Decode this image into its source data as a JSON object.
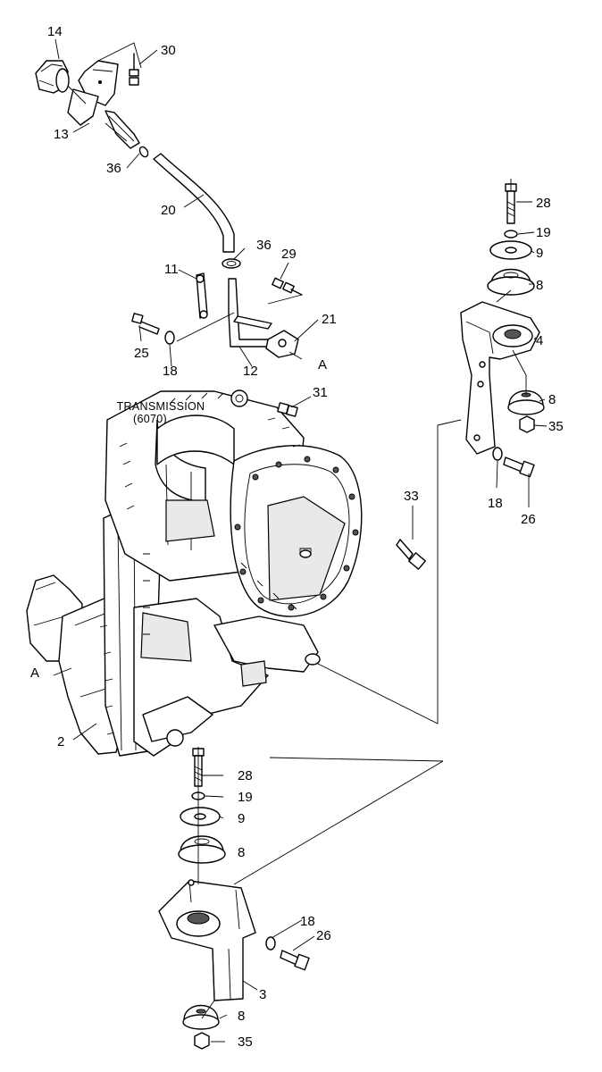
{
  "title_lines": [
    "TRANSMISSION",
    "(6070)"
  ],
  "callouts": [
    {
      "id": "c14a",
      "text": "14"
    },
    {
      "id": "c30",
      "text": "30"
    },
    {
      "id": "c13",
      "text": "13"
    },
    {
      "id": "c36a",
      "text": "36"
    },
    {
      "id": "c20",
      "text": "20"
    },
    {
      "id": "c36b",
      "text": "36"
    },
    {
      "id": "c29",
      "text": "29"
    },
    {
      "id": "c11",
      "text": "11"
    },
    {
      "id": "c21",
      "text": "21"
    },
    {
      "id": "c25",
      "text": "25"
    },
    {
      "id": "c18a",
      "text": "18"
    },
    {
      "id": "c12",
      "text": "12"
    },
    {
      "id": "cA1",
      "text": "A"
    },
    {
      "id": "c28a",
      "text": "28"
    },
    {
      "id": "c19a",
      "text": "19"
    },
    {
      "id": "c9a",
      "text": "9"
    },
    {
      "id": "c8a",
      "text": "8"
    },
    {
      "id": "c4",
      "text": "4"
    },
    {
      "id": "c8b",
      "text": "8"
    },
    {
      "id": "c35a",
      "text": "35"
    },
    {
      "id": "c31",
      "text": "31"
    },
    {
      "id": "c18b",
      "text": "18"
    },
    {
      "id": "c26a",
      "text": "26"
    },
    {
      "id": "c33",
      "text": "33"
    },
    {
      "id": "cA2",
      "text": "A"
    },
    {
      "id": "c2",
      "text": "2"
    },
    {
      "id": "c28b",
      "text": "28"
    },
    {
      "id": "c19b",
      "text": "19"
    },
    {
      "id": "c9b",
      "text": "9"
    },
    {
      "id": "c8c",
      "text": "8"
    },
    {
      "id": "c18c",
      "text": "18"
    },
    {
      "id": "c26b",
      "text": "26"
    },
    {
      "id": "c3",
      "text": "3"
    },
    {
      "id": "c8d",
      "text": "8"
    },
    {
      "id": "c35b",
      "text": "35"
    }
  ]
}
